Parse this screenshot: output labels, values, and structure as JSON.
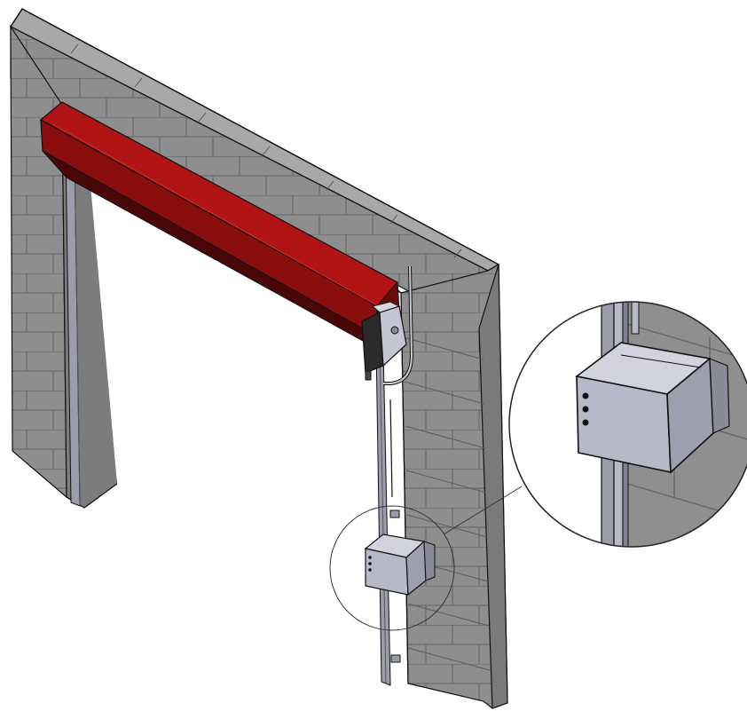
{
  "diagram": {
    "subject": "door-frame-installation",
    "colors": {
      "background": "#ffffff",
      "wall_front": "#8c8c8c",
      "wall_top": "#a6a6a6",
      "wall_side": "#777777",
      "mortar": "#5e5e5e",
      "header_box": "#9a1010",
      "header_box_dark": "#5a0808",
      "guide_rail": "#9b9daa",
      "control_box": "#b8b9c8",
      "motor": "#2a2a2a",
      "outline": "#111111"
    },
    "components": [
      {
        "id": "wall-frame",
        "icon": "masonry-wall"
      },
      {
        "id": "roller-header",
        "icon": "red-header-box"
      },
      {
        "id": "left-guide-rail",
        "icon": "guide-rail"
      },
      {
        "id": "right-guide-rail",
        "icon": "guide-rail"
      },
      {
        "id": "drive-motor",
        "icon": "motor"
      },
      {
        "id": "control-box",
        "icon": "control-box-with-buttons"
      },
      {
        "id": "detail-callout",
        "icon": "magnified-detail-circle"
      }
    ]
  }
}
